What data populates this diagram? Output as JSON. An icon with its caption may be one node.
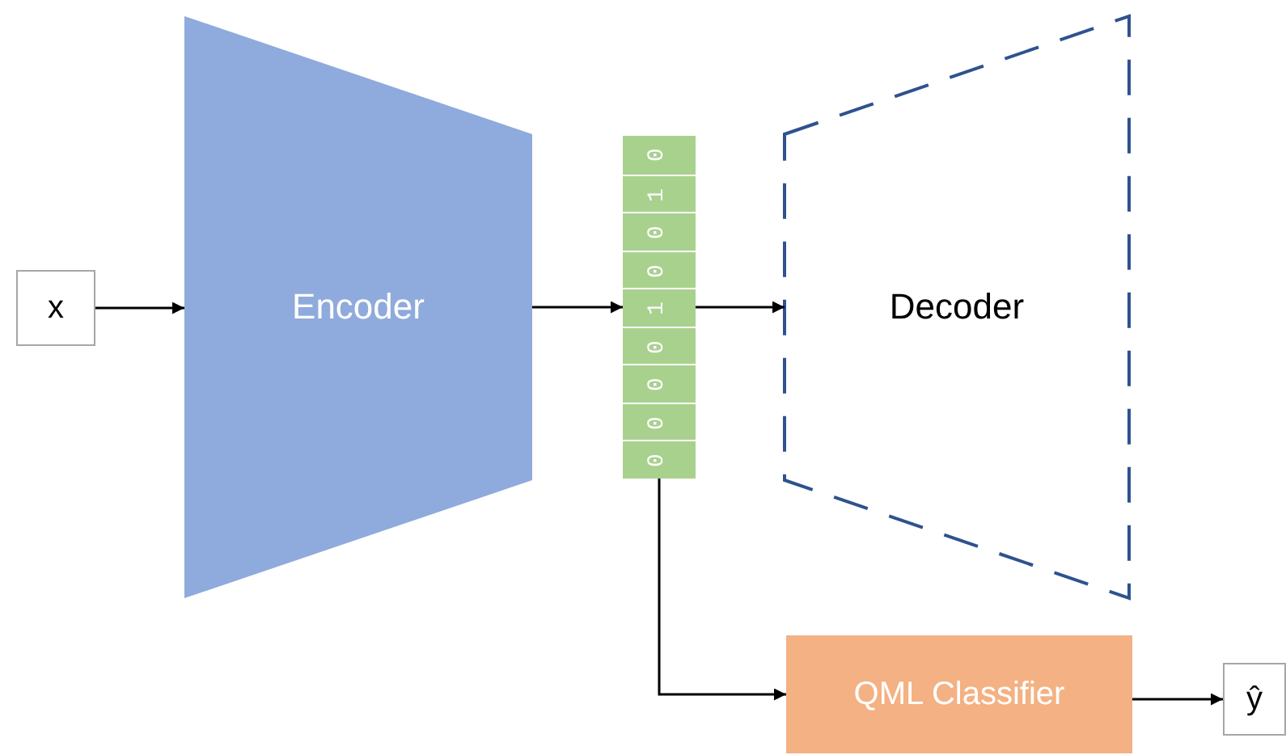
{
  "diagram": {
    "nodes": [
      {
        "text": [
          "x"
        ]
      },
      {
        "text": [
          "Encoder"
        ]
      },
      {
        "text": [
          "0",
          "1",
          "0",
          "0",
          "1",
          "0",
          "0",
          "0",
          "0"
        ]
      },
      {
        "text": [
          "Decoder"
        ]
      },
      {
        "text": [
          "QML Classifier"
        ]
      },
      {
        "text": [
          "ŷ"
        ]
      }
    ],
    "edges": [
      {
        "from": 0,
        "to": 1,
        "arrow": "to"
      },
      {
        "from": 1,
        "to": 2,
        "arrow": "to"
      },
      {
        "from": 2,
        "to": 3,
        "arrow": "to"
      },
      {
        "from": 2,
        "to": 4,
        "arrow": "to"
      },
      {
        "from": 4,
        "to": 5,
        "arrow": "to"
      }
    ]
  }
}
